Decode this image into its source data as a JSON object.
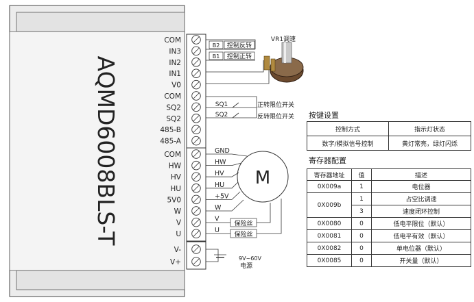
{
  "controller": {
    "model": "AQMD6008BLS-T",
    "terminals_top": [
      "COM",
      "IN3",
      "IN2",
      "IN1",
      "V0",
      "COM",
      "SQ2",
      "SQ2",
      "485-B",
      "485-A"
    ],
    "terminals_bottom": [
      "COM",
      "HW",
      "HV",
      "HU",
      "5V0",
      "W",
      "V",
      "U"
    ],
    "terminals_power": [
      "V-",
      "V+"
    ]
  },
  "wiring": {
    "b2_label": "B2",
    "b2_text": "控制反转",
    "b1_label": "B1",
    "b1_text": "控制正转",
    "vr1_label": "VR1调速",
    "sq1_label": "SQ1",
    "sq1_text": "正转限位开关",
    "sq2_label": "SQ2",
    "sq2_text": "反转限位开关",
    "motor_pins": [
      "GND",
      "HW",
      "HV",
      "HU",
      "+5V",
      "W",
      "V",
      "U"
    ],
    "motor_label": "M",
    "fuse_v": "保险丝",
    "fuse_u": "保险丝",
    "supply_voltage": "9V~60V",
    "supply_label": "电源"
  },
  "key_settings": {
    "title": "按键设置",
    "headers": [
      "控制方式",
      "指示灯状态"
    ],
    "row": [
      "数字/模拟信号控制",
      "黄灯常亮，绿灯闪烁"
    ]
  },
  "register_config": {
    "title": "寄存器配置",
    "headers": [
      "寄存器地址",
      "值",
      "描述"
    ],
    "r1": {
      "addr": "0X009a",
      "val": "1",
      "desc": "电位器"
    },
    "r2": {
      "addr": "0X009b",
      "val1": "1",
      "desc1": "占空比调速",
      "val2": "3",
      "desc2": "速度闭环控制"
    },
    "r3": {
      "addr": "0X0080",
      "val": "0",
      "desc": "低电平限位（默认）"
    },
    "r4": {
      "addr": "0X0081",
      "val": "0",
      "desc": "低电平有效（默认）"
    },
    "r5": {
      "addr": "0X0082",
      "val": "0",
      "desc": "单电位器（默认）"
    },
    "r6": {
      "addr": "0X0085",
      "val": "0",
      "desc": "开关量（默认）"
    }
  }
}
